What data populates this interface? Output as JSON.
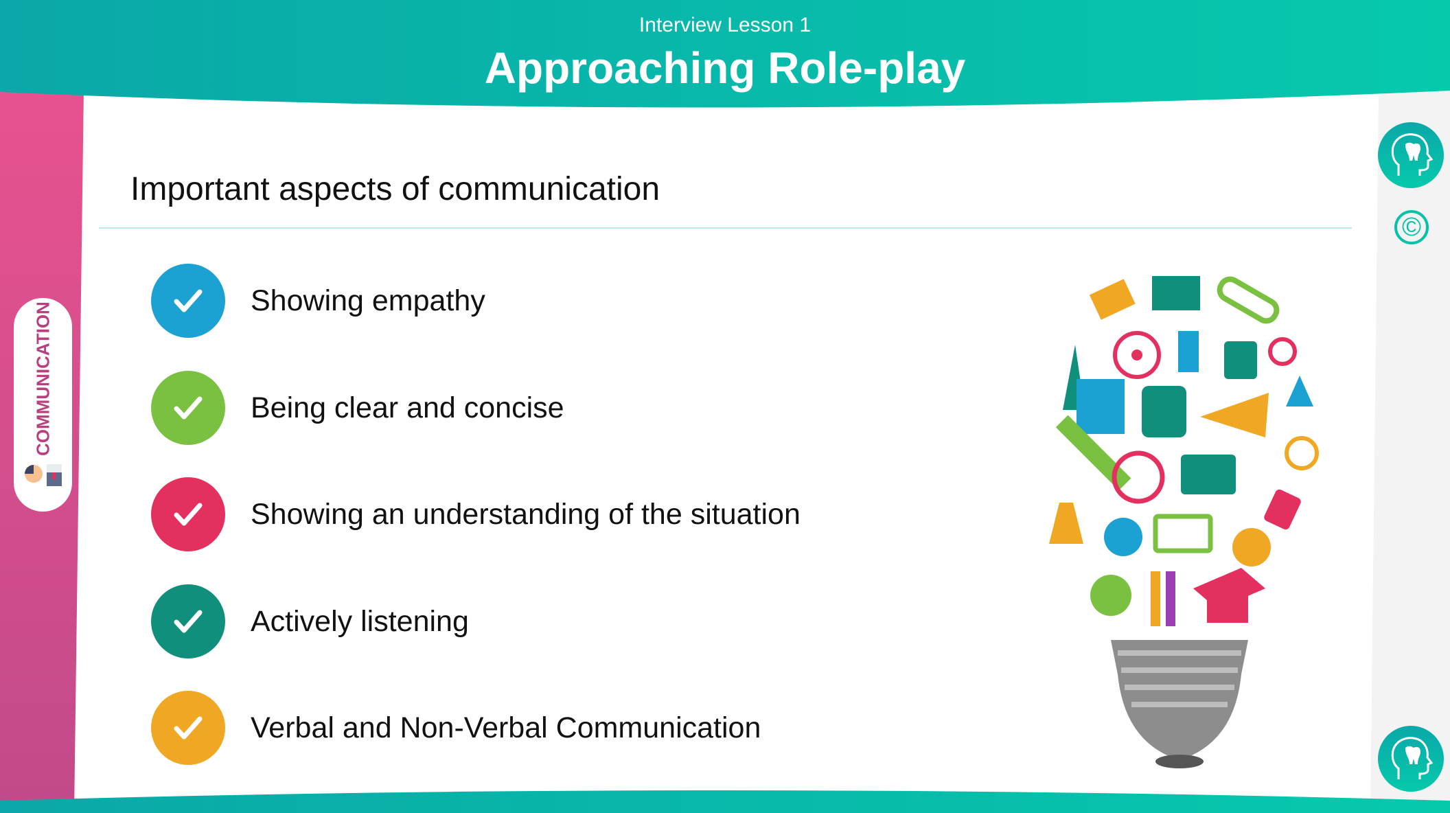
{
  "header": {
    "subtitle": "Interview Lesson 1",
    "title": "Approaching Role-play"
  },
  "sidebar": {
    "label": "COMMUNICATION"
  },
  "main": {
    "heading": "Important aspects of communication",
    "items": [
      {
        "label": "Showing empathy",
        "color": "#1ba1d2"
      },
      {
        "label": "Being clear and concise",
        "color": "#7ac142"
      },
      {
        "label": "Showing an understanding of the situation",
        "color": "#e3305f"
      },
      {
        "label": "Actively listening",
        "color": "#0f8f7c"
      },
      {
        "label": "Verbal and Non-Verbal Communication",
        "color": "#f0a824"
      }
    ]
  },
  "right": {
    "copyright": "©"
  }
}
